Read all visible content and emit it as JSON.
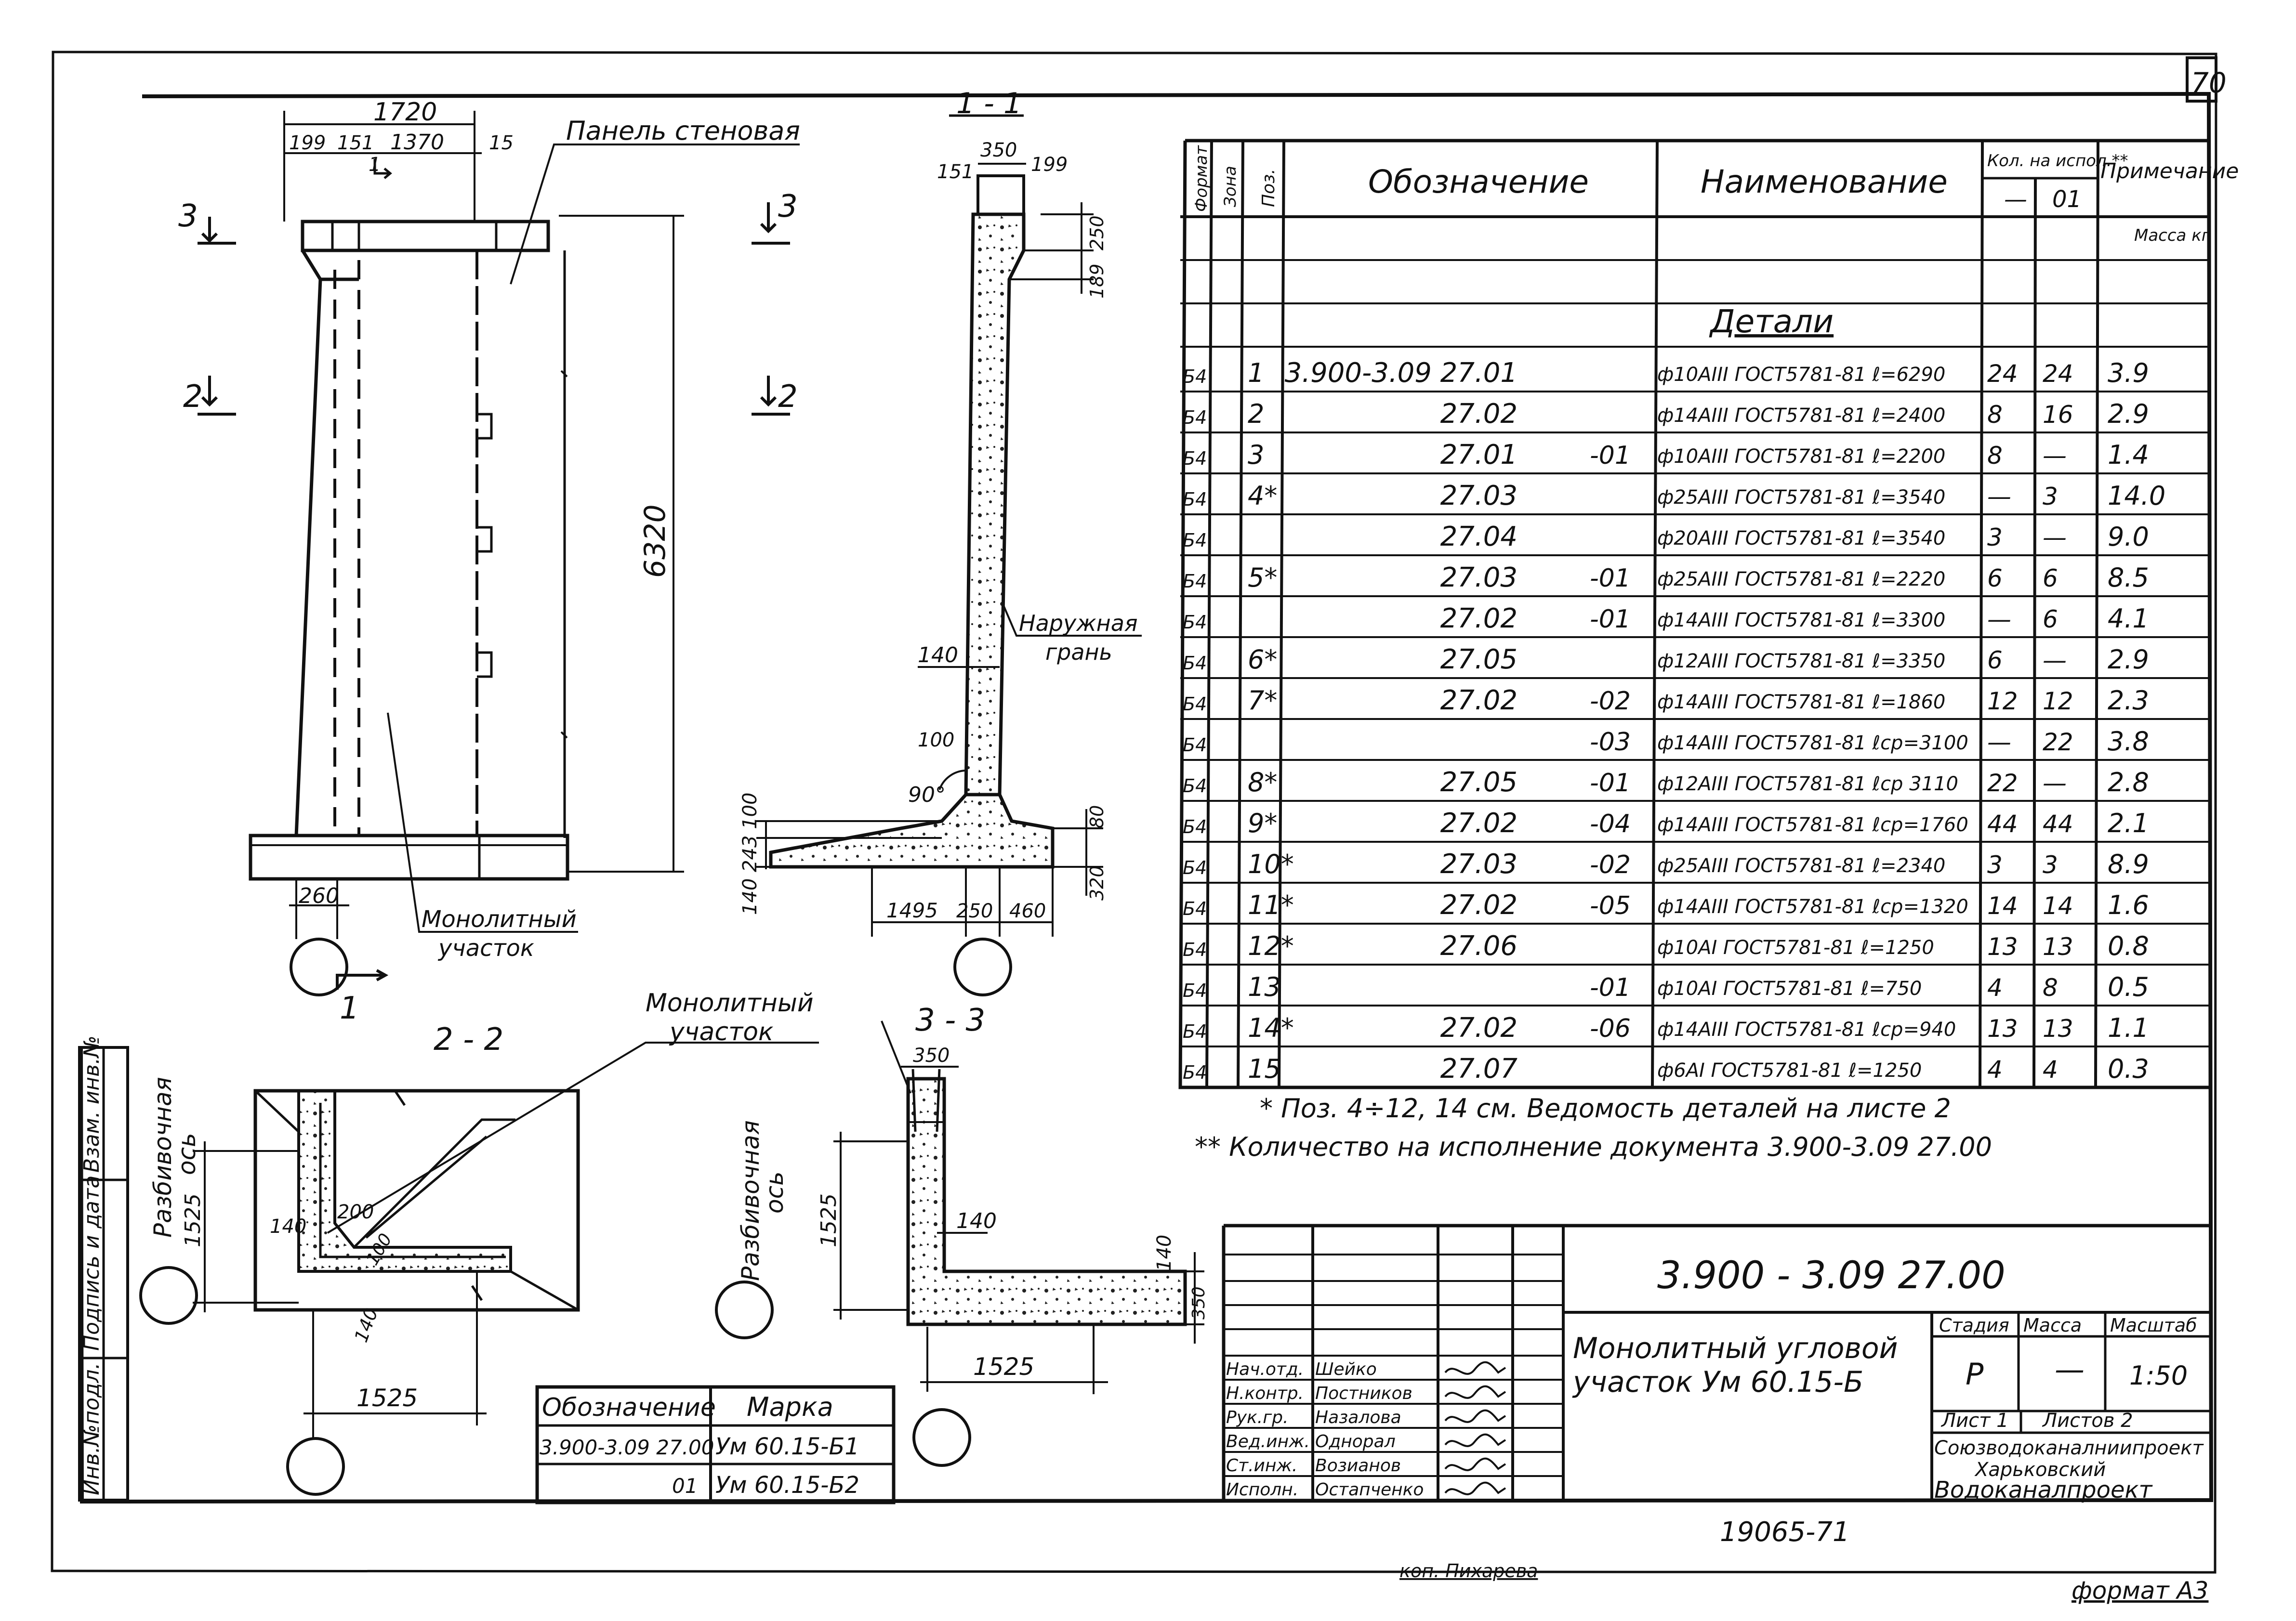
{
  "page": {
    "sheet_number": "70",
    "format_label": "формат А3",
    "copied_by": "коп. Пихарева",
    "inventory_number": "19065-71"
  },
  "side_stamp": {
    "labels": [
      "Инв.№подл.",
      "Подпись и дата",
      "Взам. инв.№"
    ]
  },
  "views": {
    "elevation": {
      "wall_panel_label": "Панель стеновая",
      "monolithic_label": [
        "Монолитный",
        "участок"
      ],
      "dims": {
        "overall": "1720",
        "d1": "199",
        "d2": "151",
        "d3": "1370",
        "d4": "15",
        "height": "6320",
        "base": "260"
      },
      "section_marks": {
        "s1": "1",
        "s2": "2",
        "s3": "3"
      }
    },
    "section_1_1": {
      "title": "1 - 1",
      "outer_face_label": [
        "Наружная",
        "грань"
      ],
      "dims": {
        "top": "350",
        "left": "151",
        "right": "199",
        "d250": "250",
        "d189": "189",
        "wall": "140",
        "chamfer": "100",
        "angle": "90°",
        "stack": "140 243 100",
        "d80": "80",
        "d320": "320",
        "b1": "1495",
        "b2": "250",
        "b3": "460"
      }
    },
    "section_2_2": {
      "title": "2 - 2",
      "monolithic_label": [
        "Монолитный",
        "участок"
      ],
      "axis_label": [
        "Разбивочная",
        "ось"
      ],
      "dims": {
        "d1525v": "1525",
        "d140": "140",
        "d200": "200",
        "d100": "100",
        "d140b": "140",
        "d1525h": "1525"
      }
    },
    "section_3_3": {
      "title": "3 - 3",
      "axis_label": [
        "Разбивочная",
        "ось"
      ],
      "dims": {
        "top": "350",
        "d1525v": "1525",
        "d140": "140",
        "d140b": "140",
        "d350": "350",
        "d1525h": "1525"
      }
    }
  },
  "spec_table": {
    "headers": {
      "format": "Формат",
      "zone": "Зона",
      "pos": "Поз.",
      "designation": "Обозначение",
      "name": "Наименование",
      "qty": "Кол. на испол.**",
      "qty_dash": "—",
      "qty_01": "01",
      "note": "Примечание",
      "note_sub": "Масса кг"
    },
    "section_title": "Детали",
    "rows": [
      {
        "fmt": "Б4",
        "pos": "1",
        "des": "3.900-3.09 27.01",
        "suf": "",
        "name": "ф10АIII ГОСТ5781-81 ℓ=6290",
        "q0": "24",
        "q1": "24",
        "note": "3.9"
      },
      {
        "fmt": "Б4",
        "pos": "2",
        "des": "27.02",
        "suf": "",
        "name": "ф14АIII ГОСТ5781-81 ℓ=2400",
        "q0": "8",
        "q1": "16",
        "note": "2.9"
      },
      {
        "fmt": "Б4",
        "pos": "3",
        "des": "27.01",
        "suf": "-01",
        "name": "ф10АIII ГОСТ5781-81 ℓ=2200",
        "q0": "8",
        "q1": "—",
        "note": "1.4"
      },
      {
        "fmt": "Б4",
        "pos": "4*",
        "des": "27.03",
        "suf": "",
        "name": "ф25АIII ГОСТ5781-81 ℓ=3540",
        "q0": "—",
        "q1": "3",
        "note": "14.0"
      },
      {
        "fmt": "Б4",
        "pos": "",
        "des": "27.04",
        "suf": "",
        "name": "ф20АIII ГОСТ5781-81 ℓ=3540",
        "q0": "3",
        "q1": "—",
        "note": "9.0"
      },
      {
        "fmt": "Б4",
        "pos": "5*",
        "des": "27.03",
        "suf": "-01",
        "name": "ф25АIII ГОСТ5781-81 ℓ=2220",
        "q0": "6",
        "q1": "6",
        "note": "8.5"
      },
      {
        "fmt": "Б4",
        "pos": "",
        "des": "27.02",
        "suf": "-01",
        "name": "ф14АIII ГОСТ5781-81 ℓ=3300",
        "q0": "—",
        "q1": "6",
        "note": "4.1"
      },
      {
        "fmt": "Б4",
        "pos": "6*",
        "des": "27.05",
        "suf": "",
        "name": "ф12АIII ГОСТ5781-81 ℓ=3350",
        "q0": "6",
        "q1": "—",
        "note": "2.9"
      },
      {
        "fmt": "Б4",
        "pos": "7*",
        "des": "27.02",
        "suf": "-02",
        "name": "ф14АIII ГОСТ5781-81 ℓ=1860",
        "q0": "12",
        "q1": "12",
        "note": "2.3"
      },
      {
        "fmt": "Б4",
        "pos": "",
        "des": "",
        "suf": "-03",
        "name": "ф14АIII ГОСТ5781-81 ℓср=3100",
        "q0": "—",
        "q1": "22",
        "note": "3.8"
      },
      {
        "fmt": "Б4",
        "pos": "8*",
        "des": "27.05",
        "suf": "-01",
        "name": "ф12АIII ГОСТ5781-81 ℓср 3110",
        "q0": "22",
        "q1": "—",
        "note": "2.8"
      },
      {
        "fmt": "Б4",
        "pos": "9*",
        "des": "27.02",
        "suf": "-04",
        "name": "ф14АIII ГОСТ5781-81 ℓср=1760",
        "q0": "44",
        "q1": "44",
        "note": "2.1"
      },
      {
        "fmt": "Б4",
        "pos": "10*",
        "des": "27.03",
        "suf": "-02",
        "name": "ф25АIII ГОСТ5781-81 ℓ=2340",
        "q0": "3",
        "q1": "3",
        "note": "8.9"
      },
      {
        "fmt": "Б4",
        "pos": "11*",
        "des": "27.02",
        "suf": "-05",
        "name": "ф14АIII ГОСТ5781-81 ℓср=1320",
        "q0": "14",
        "q1": "14",
        "note": "1.6"
      },
      {
        "fmt": "Б4",
        "pos": "12*",
        "des": "27.06",
        "suf": "",
        "name": "ф10АI ГОСТ5781-81 ℓ=1250",
        "q0": "13",
        "q1": "13",
        "note": "0.8"
      },
      {
        "fmt": "Б4",
        "pos": "13",
        "des": "",
        "suf": "-01",
        "name": "ф10АI ГОСТ5781-81 ℓ=750",
        "q0": "4",
        "q1": "8",
        "note": "0.5"
      },
      {
        "fmt": "Б4",
        "pos": "14*",
        "des": "27.02",
        "suf": "-06",
        "name": "ф14АIII ГОСТ5781-81 ℓср=940",
        "q0": "13",
        "q1": "13",
        "note": "1.1"
      },
      {
        "fmt": "Б4",
        "pos": "15",
        "des": "27.07",
        "suf": "",
        "name": "ф6АI ГОСТ5781-81 ℓ=1250",
        "q0": "4",
        "q1": "4",
        "note": "0.3"
      }
    ],
    "footnotes": [
      "* Поз. 4÷12, 14 см. Ведомость деталей на листе 2",
      "** Количество на исполнение документа 3.900-3.09 27.00"
    ]
  },
  "marks_table": {
    "headers": [
      "Обозначение",
      "Марка"
    ],
    "rows": [
      [
        "3.900-3.09 27.00",
        "Ум 60.15-Б1"
      ],
      [
        "01",
        "Ум 60.15-Б2"
      ]
    ]
  },
  "title_block": {
    "doc_code": "3.900 - 3.09 27.00",
    "title": [
      "Монолитный угловой",
      "участок Ум 60.15-Б"
    ],
    "stage_label": "Стадия",
    "mass_label": "Масса",
    "scale_label": "Масштаб",
    "stage": "Р",
    "mass": "—",
    "scale": "1:50",
    "sheet": "Лист 1",
    "sheets": "Листов 2",
    "org": [
      "Союзводоканалниипроект",
      "Харьковский",
      "Водоканалпроект"
    ],
    "people": [
      {
        "role": "Нач.отд.",
        "name": "Шейко"
      },
      {
        "role": "Н.контр.",
        "name": "Постников"
      },
      {
        "role": "Рук.гр.",
        "name": "Назалова"
      },
      {
        "role": "Вед.инж.",
        "name": "Однорал"
      },
      {
        "role": "Ст.инж.",
        "name": "Возианов"
      },
      {
        "role": "Исполн.",
        "name": "Остапченко"
      }
    ]
  }
}
